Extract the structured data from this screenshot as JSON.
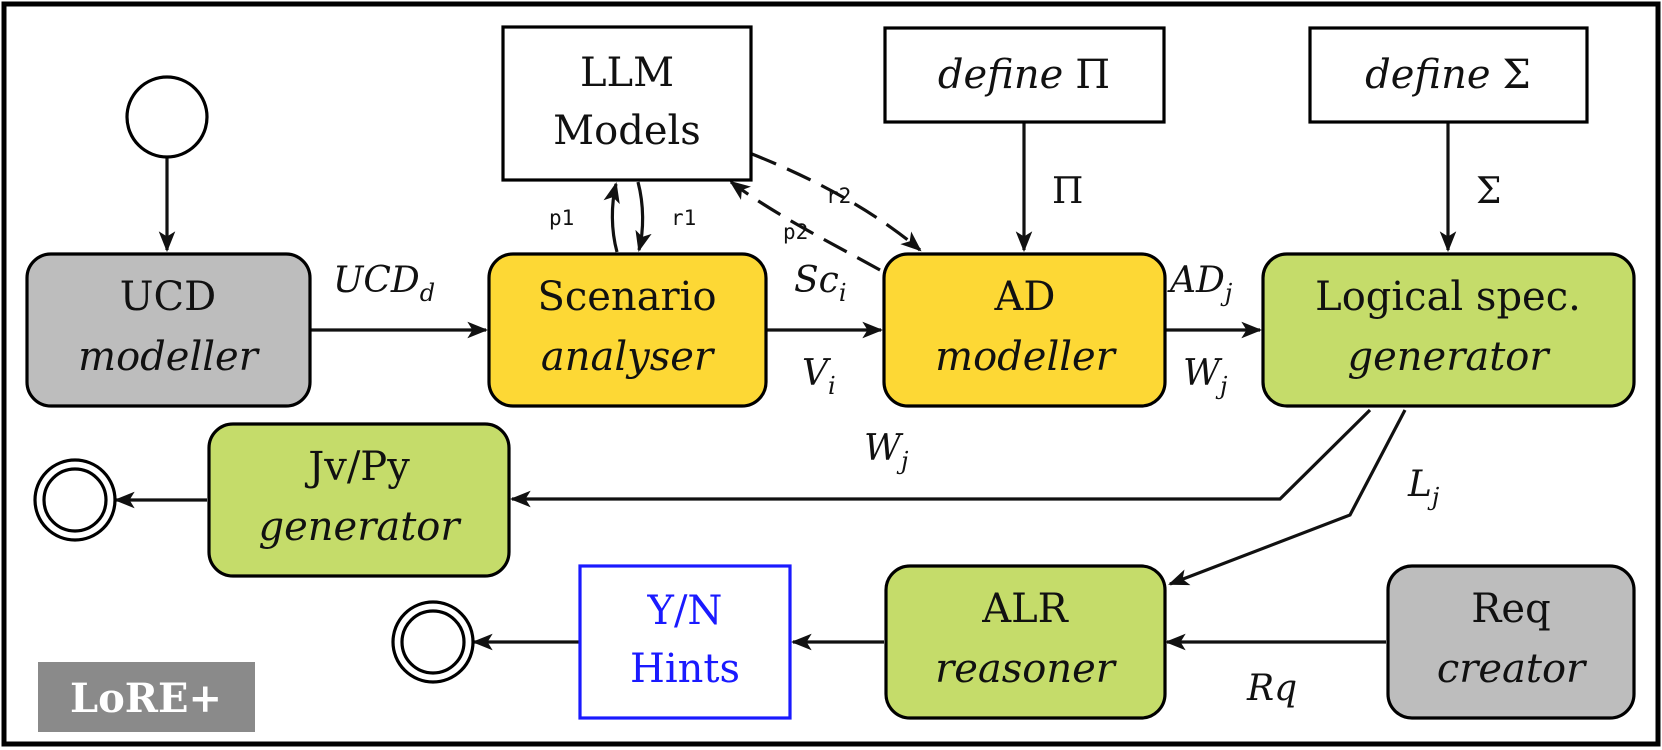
{
  "colors": {
    "gray_box": "#bdbdbd",
    "yellow_box": "#fdd835",
    "green_box": "#c5dc6a",
    "hint_blue": "#1a1aff",
    "logo_bg": "#8a8a8a"
  },
  "nodes": {
    "ucd": {
      "line1": "UCD",
      "line2": "modeller"
    },
    "scenario": {
      "line1": "Scenario",
      "line2": "analyser"
    },
    "ad": {
      "line1": "AD",
      "line2": "modeller"
    },
    "logical": {
      "line1": "Logical spec.",
      "line2": "generator"
    },
    "jvpy": {
      "line1": "Jv/Py",
      "line2": "generator"
    },
    "alr": {
      "line1": "ALR",
      "line2": "reasoner"
    },
    "req": {
      "line1": "Req",
      "line2": "creator"
    },
    "llm": {
      "line1": "LLM",
      "line2": "Models"
    },
    "define_pi": {
      "word": "define",
      "symbol": "Π"
    },
    "define_sigma": {
      "word": "define",
      "symbol": "Σ"
    },
    "hints": {
      "line1": "Y/N",
      "line2": "Hints"
    }
  },
  "labels": {
    "ucd_d": {
      "base": "UCD",
      "sub": "d"
    },
    "sc_i": {
      "base": "Sc",
      "sub": "i"
    },
    "v_i": {
      "base": "V",
      "sub": "i"
    },
    "ad_j": {
      "base": "AD",
      "sub": "j"
    },
    "w_j_right": {
      "base": "W",
      "sub": "j"
    },
    "w_j_lower": {
      "base": "W",
      "sub": "j"
    },
    "l_j": {
      "base": "L",
      "sub": "j"
    },
    "rq": "Rq",
    "pi": "Π",
    "sigma": "Σ",
    "p1": "p1",
    "r1": "r1",
    "p2": "p2",
    "r2": "r2"
  },
  "logo": "LoRE+"
}
